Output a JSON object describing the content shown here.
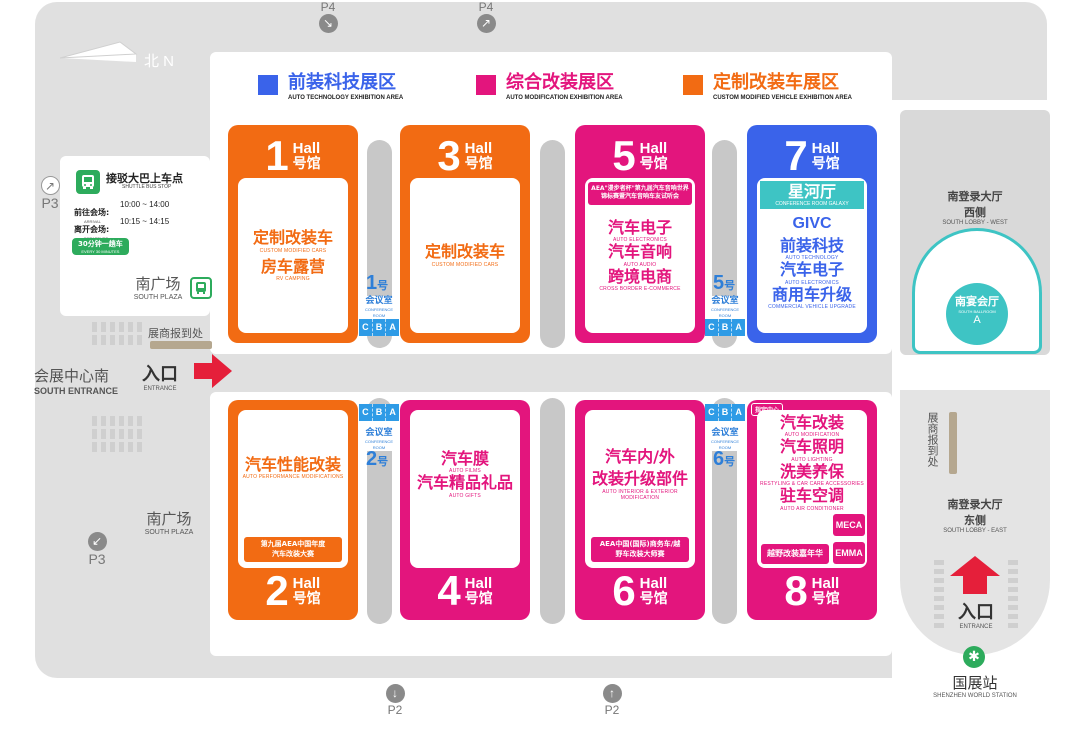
{
  "compass": {
    "north": "北 N"
  },
  "legend": [
    {
      "cn": "前装科技展区",
      "en": "AUTO TECHNOLOGY EXHIBITION AREA",
      "color": "#3a63ea"
    },
    {
      "cn": "综合改装展区",
      "en": "AUTO MODIFICATION EXHIBITION AREA",
      "color": "#e3157d"
    },
    {
      "cn": "定制改装车展区",
      "en": "CUSTOM MODIFIED VEHICLE EXHIBITION AREA",
      "color": "#f26b13"
    }
  ],
  "hall_labels": {
    "en": "Hall",
    "cn": "号馆"
  },
  "halls": {
    "h1": {
      "num": "1",
      "items": [
        {
          "cn": "定制改装车",
          "en": "CUSTOM MODIFIED CARS"
        },
        {
          "cn": "房车露营",
          "en": "RV CAMPING"
        }
      ]
    },
    "h3": {
      "num": "3",
      "items": [
        {
          "cn": "定制改装车",
          "en": "CUSTOM MODIFIED CARS"
        }
      ]
    },
    "h5": {
      "num": "5",
      "banner": "AEA\"漫步者杯\"第九届汽车音响世界锦标赛暨汽车音响车友试听会",
      "items": [
        {
          "cn": "汽车电子",
          "en": "AUTO ELECTRONICS"
        },
        {
          "cn": "汽车音响",
          "en": "AUTO AUDIO"
        },
        {
          "cn": "跨境电商",
          "en": "CROSS BORDER E-COMMERCE"
        }
      ]
    },
    "h7": {
      "num": "7",
      "conf_cn": "星河厅",
      "conf_en": "CONFERENCE ROOM GALAXY",
      "givc": "GIVC",
      "items": [
        {
          "cn": "前装科技",
          "en": "AUTO TECHNOLOGY"
        },
        {
          "cn": "汽车电子",
          "en": "AUTO ELECTRONICS"
        },
        {
          "cn": "商用车升级",
          "en": "COMMERCIAL VEHICLE UPGRADE"
        }
      ]
    },
    "h2": {
      "num": "2",
      "items": [
        {
          "cn": "汽车性能改装",
          "en": "AUTO PERFORMANCE MODIFICATIONS"
        }
      ],
      "banner": "第九届AEA中国年度汽车改装大赛"
    },
    "h4": {
      "num": "4",
      "items": [
        {
          "cn": "汽车膜",
          "en": "AUTO FILMS"
        },
        {
          "cn": "汽车精品礼品",
          "en": "AUTO GIFTS"
        }
      ]
    },
    "h6": {
      "num": "6",
      "items": [
        {
          "cn": "汽车内/外",
          "en": ""
        },
        {
          "cn": "改装升级部件",
          "en": "AUTO INTERIOR & EXTERIOR MODIFICATION"
        }
      ],
      "banner": "AEA中国(国际)商务车/越野车改装大师赛"
    },
    "h8": {
      "num": "8",
      "tag": "指定中心",
      "items": [
        {
          "cn": "汽车改装",
          "en": "AUTO MODIFICATION"
        },
        {
          "cn": "汽车照明",
          "en": "AUTO LIGHTING"
        },
        {
          "cn": "洗美养保",
          "en": "RESTYLING & CAR CARE ACCESSORIES"
        },
        {
          "cn": "驻车空调",
          "en": "AUTO AIR CONDITIONER"
        }
      ],
      "meca": "MECA",
      "emma": "EMMA",
      "banner": "越野改装嘉年华"
    }
  },
  "conference": {
    "cn": "会议室",
    "en": "CONFERENCE ROOM",
    "rooms": [
      "C",
      "B",
      "A"
    ],
    "r1": {
      "num": "1",
      "unit": "号"
    },
    "r2": {
      "num": "2",
      "unit": "号"
    },
    "r5": {
      "num": "5",
      "unit": "号"
    },
    "r6": {
      "num": "6",
      "unit": "号"
    }
  },
  "parking": {
    "p4": "P4",
    "p3": "P3",
    "p2": "P2"
  },
  "shuttle": {
    "title": "接驳大巴上车点",
    "title_en": "SHUTTLE BUS STOP",
    "arrive_cn": "前往会场:",
    "arrive_en": "ARRIVAL",
    "arrive_time": "10:00 ~ 14:00",
    "depart_cn": "离开会场:",
    "depart_en": "DEPARTURE",
    "depart_time": "10:15 ~ 14:15",
    "freq_cn": "30分钟一趟车",
    "freq_en": "EVERY 30 MINUTES"
  },
  "south_plaza": {
    "cn": "南广场",
    "en": "SOUTH PLAZA"
  },
  "registration": "展商报到处",
  "south_entrance": {
    "cn": "会展中心南",
    "en": "SOUTH ENTRANCE",
    "entry_cn": "入口",
    "entry_en": "ENTRANCE"
  },
  "lobby_west": {
    "cn1": "南登录大厅",
    "cn2": "西侧",
    "en": "SOUTH LOBBY - WEST"
  },
  "lobby_east": {
    "cn1": "南登录大厅",
    "cn2": "东侧",
    "en": "SOUTH LOBBY - EAST"
  },
  "ballroom": {
    "cn": "南宴会厅",
    "en": "SOUTH BALLROOM",
    "letter": "A"
  },
  "reg_vertical": "展商报到处",
  "east_entrance": {
    "cn": "入口",
    "en": "ENTRANCE"
  },
  "station": {
    "cn": "国展站",
    "en": "SHENZHEN WORLD STATION"
  }
}
